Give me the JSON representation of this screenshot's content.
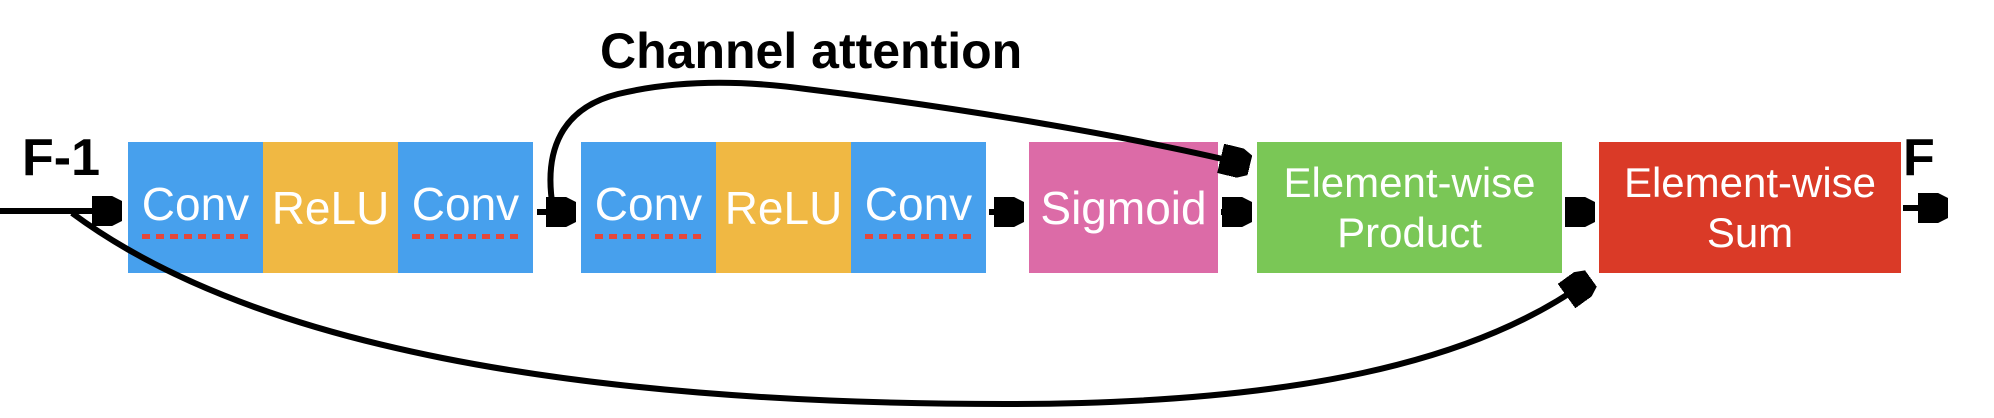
{
  "diagram": {
    "title": "Channel attention",
    "input_label": "F-1",
    "output_label": "F",
    "groups": [
      {
        "blocks": [
          {
            "label": "Conv"
          },
          {
            "label": "ReLU"
          },
          {
            "label": "Conv"
          }
        ]
      },
      {
        "blocks": [
          {
            "label": "Conv"
          },
          {
            "label": "ReLU"
          },
          {
            "label": "Conv"
          }
        ]
      }
    ],
    "sigmoid_label": "Sigmoid",
    "product_label": [
      "Element-wise",
      "Product"
    ],
    "sum_label": [
      "Element-wise",
      "Sum"
    ],
    "colors": {
      "conv": "#47A0ED",
      "relu": "#F0B843",
      "sigmoid": "#DC6BA7",
      "product": "#7AC756",
      "sum": "#DA3A27",
      "arrow": "#000000",
      "spell": "#E4473A"
    }
  }
}
